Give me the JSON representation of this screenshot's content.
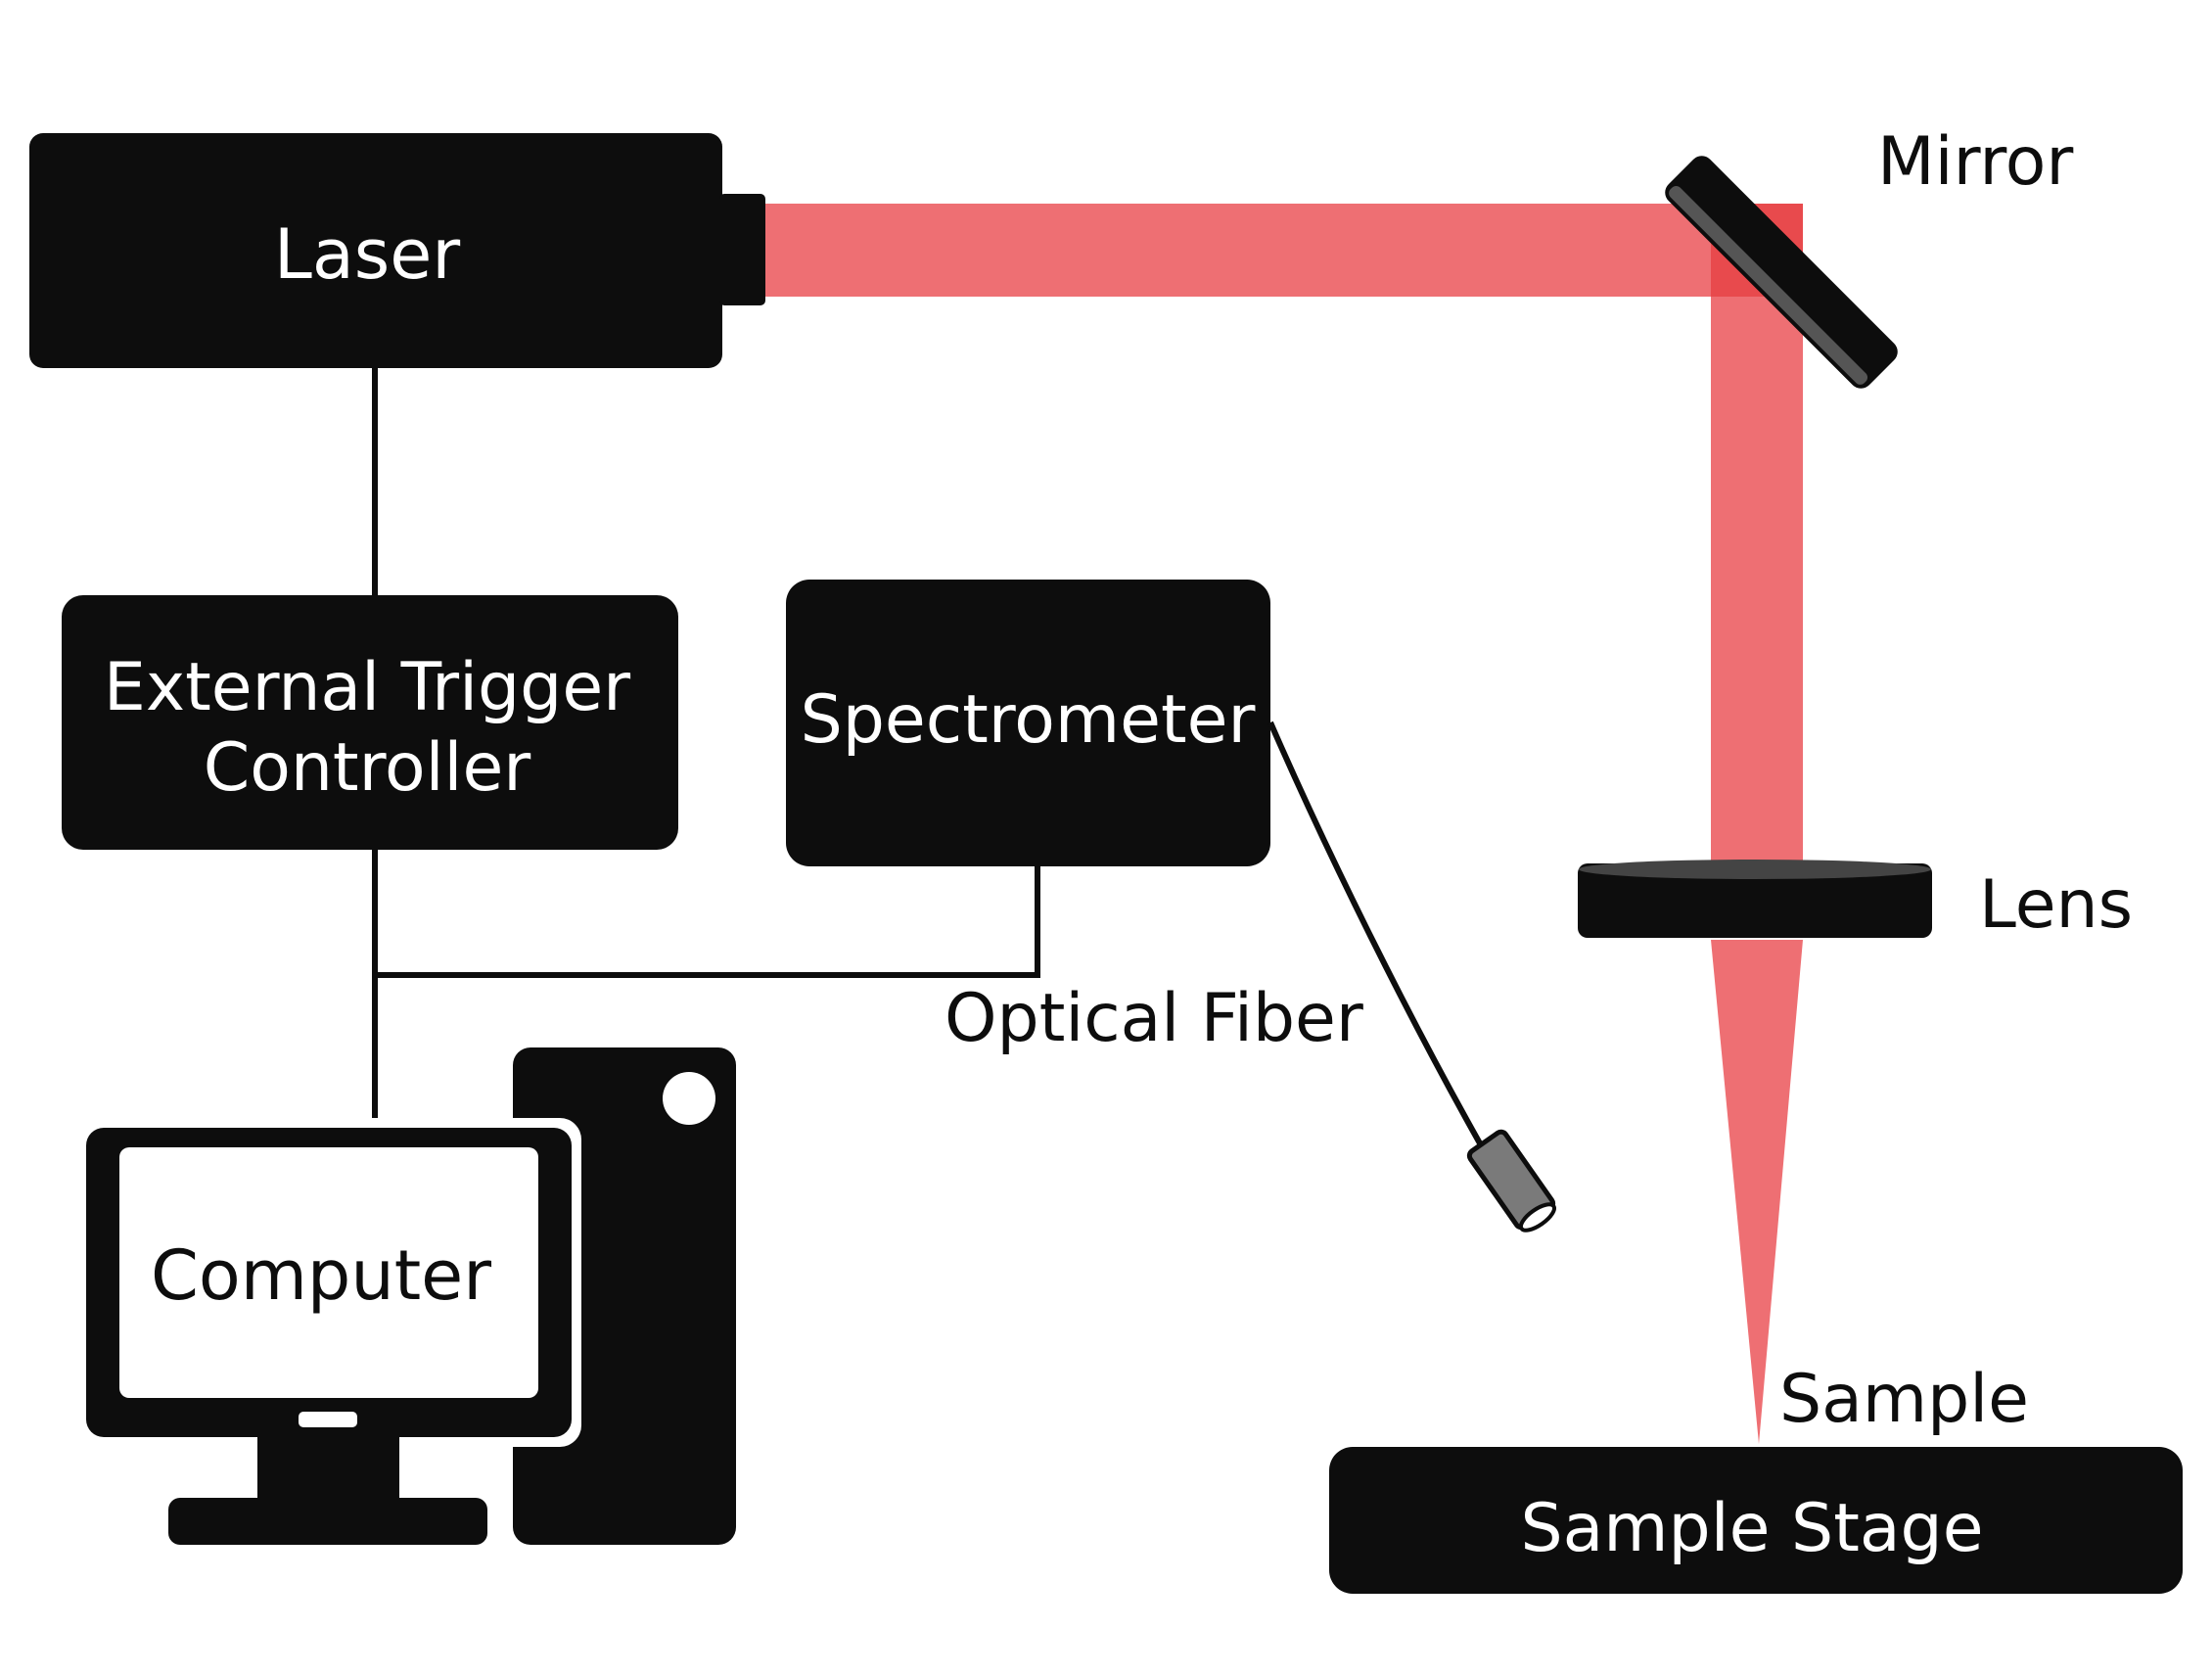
{
  "labels": {
    "laser": "Laser",
    "trigger_line1": "External Trigger",
    "trigger_line2": "Controller",
    "spectrometer": "Spectrometer",
    "computer": "Computer",
    "mirror": "Mirror",
    "lens": "Lens",
    "optical_fiber": "Optical Fiber",
    "sample": "Sample",
    "sample_stage": "Sample Stage"
  },
  "colors": {
    "device": "#0d0d0d",
    "beam": "#ee6f73",
    "beam_overlap": "#e84a4d",
    "probe": "#7a7a7a",
    "background": "#ffffff"
  }
}
